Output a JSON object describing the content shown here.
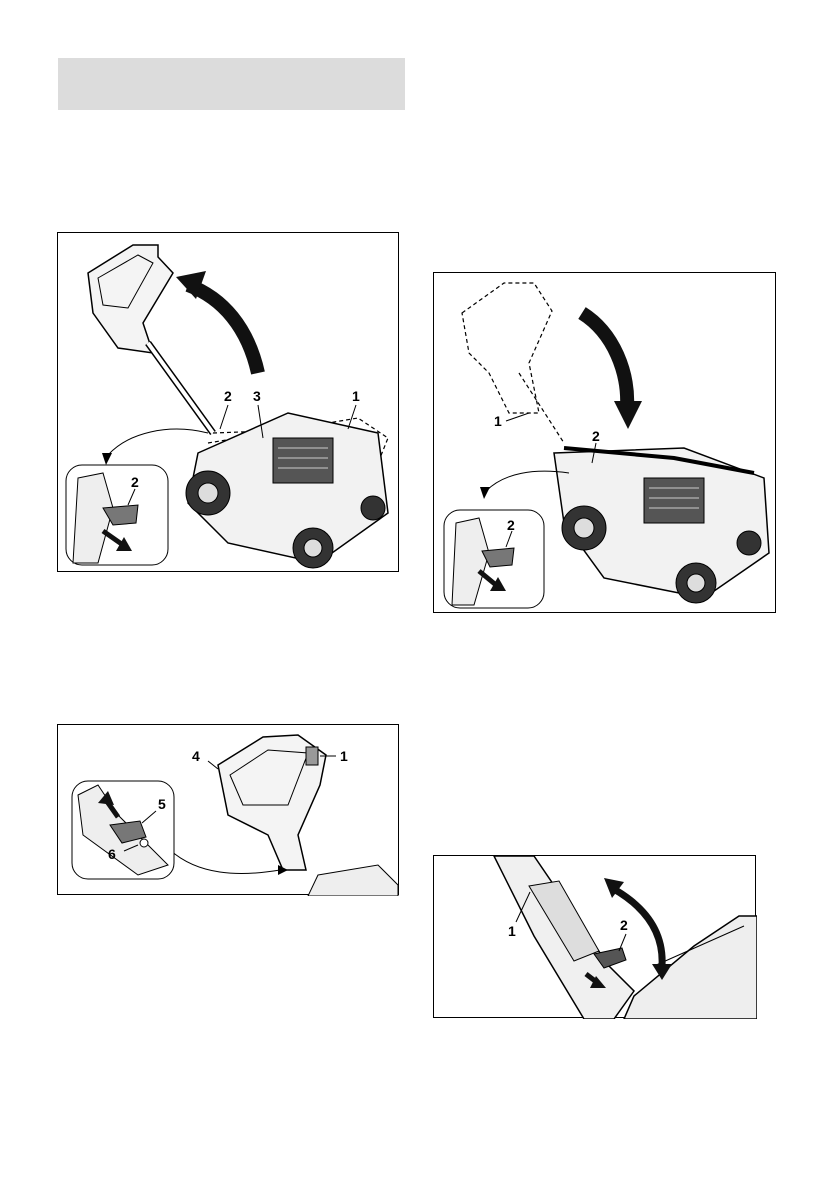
{
  "figures": {
    "fig1": {
      "callouts": {
        "c1": "1",
        "c2": "2",
        "c3": "3",
        "inset_c2": "2"
      }
    },
    "fig2": {
      "callouts": {
        "c1": "1",
        "c2": "2",
        "inset_c2": "2"
      }
    },
    "fig3": {
      "callouts": {
        "c1": "1",
        "c4": "4",
        "inset_c5": "5",
        "inset_c6": "6"
      }
    },
    "fig4": {
      "callouts": {
        "c1": "1",
        "c2": "2"
      }
    }
  },
  "colors": {
    "header_bar": "#dcdcdc",
    "arrow": "#111111",
    "line": "#000000"
  }
}
